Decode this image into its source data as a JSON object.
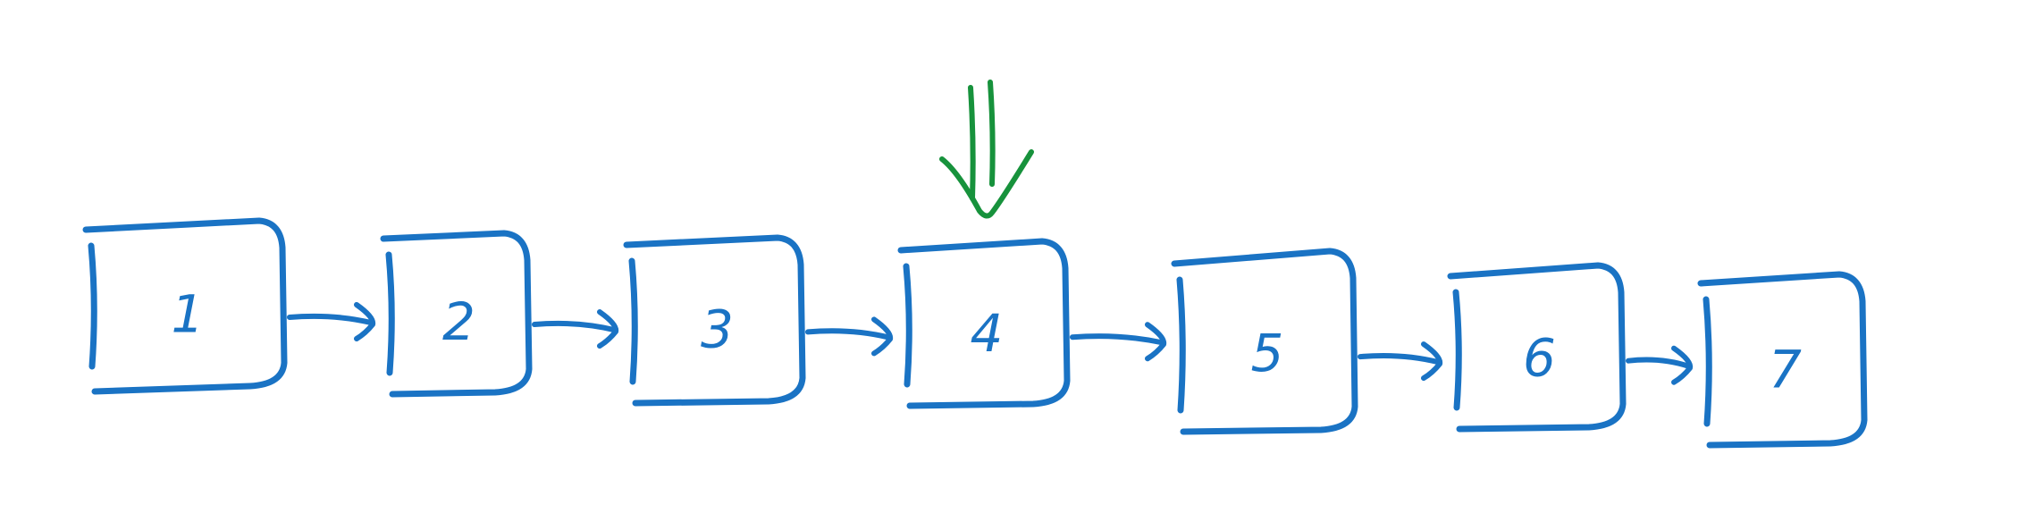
{
  "diagram": {
    "colors": {
      "ink": "#1a73c4",
      "marker": "#17923c",
      "background": "#ffffff"
    },
    "nodes": [
      {
        "id": "n1",
        "label": "1"
      },
      {
        "id": "n2",
        "label": "2"
      },
      {
        "id": "n3",
        "label": "3"
      },
      {
        "id": "n4",
        "label": "4"
      },
      {
        "id": "n5",
        "label": "5"
      },
      {
        "id": "n6",
        "label": "6"
      },
      {
        "id": "n7",
        "label": "7"
      }
    ],
    "edges": [
      {
        "from": "n1",
        "to": "n2"
      },
      {
        "from": "n2",
        "to": "n3"
      },
      {
        "from": "n3",
        "to": "n4"
      },
      {
        "from": "n4",
        "to": "n5"
      },
      {
        "from": "n5",
        "to": "n6"
      },
      {
        "from": "n6",
        "to": "n7"
      }
    ],
    "pointer": {
      "target": "n4",
      "icon": "double-down-arrow-icon"
    }
  }
}
